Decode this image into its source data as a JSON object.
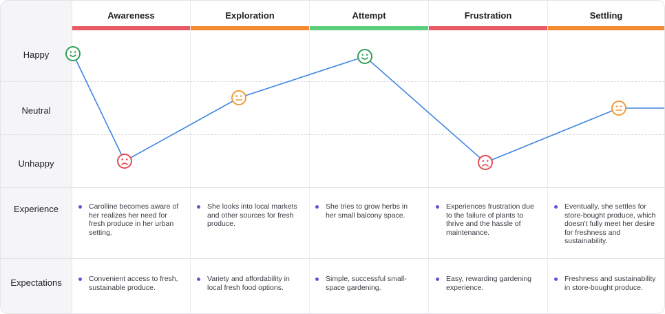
{
  "rows": {
    "happy": "Happy",
    "neutral": "Neutral",
    "unhappy": "Unhappy",
    "experience": "Experience",
    "expectations": "Expectations"
  },
  "stages": [
    {
      "name": "Awareness",
      "color": "#e95b64",
      "experience": "Carolline becomes aware of her realizes her need for fresh produce in her urban setting.",
      "expectations": "Convenient access to fresh, sustainable produce."
    },
    {
      "name": "Exploration",
      "color": "#f28a30",
      "experience": "She looks into local markets and other sources for fresh produce.",
      "expectations": "Variety and affordability in local fresh food options."
    },
    {
      "name": "Attempt",
      "color": "#5ccf7d",
      "experience": "She tries to grow herbs in her small balcony space.",
      "expectations": "Simple, successful small-space gardening."
    },
    {
      "name": "Frustration",
      "color": "#e95b64",
      "experience": "Experiences frustration due to the failure of plants to thrive and the hassle of maintenance.",
      "expectations": "Easy, rewarding gardening experience."
    },
    {
      "name": "Settling",
      "color": "#f28a30",
      "experience": "Eventually, she settles for store-bought produce, which doesn't fully meet her desire for freshness and sustainability.",
      "expectations": "Freshness and sustainability in store-bought produce."
    }
  ],
  "chart_data": {
    "type": "line",
    "levels": [
      "Unhappy",
      "Neutral",
      "Happy"
    ],
    "points": [
      {
        "stage": "Awareness",
        "mood": "Happy",
        "face": "smile-icon"
      },
      {
        "stage": "Awareness",
        "mood": "Unhappy",
        "face": "frown-icon"
      },
      {
        "stage": "Exploration",
        "mood": "Neutral",
        "face": "neutral-face-icon"
      },
      {
        "stage": "Attempt",
        "mood": "Happy",
        "face": "smile-icon"
      },
      {
        "stage": "Frustration",
        "mood": "Unhappy",
        "face": "frown-icon"
      },
      {
        "stage": "Settling",
        "mood": "Neutral",
        "face": "neutral-face-icon"
      }
    ],
    "colors": {
      "line": "#3f85e2",
      "Happy": "#2f9e55",
      "Neutral": "#f09a3a",
      "Unhappy": "#e34b55"
    }
  }
}
